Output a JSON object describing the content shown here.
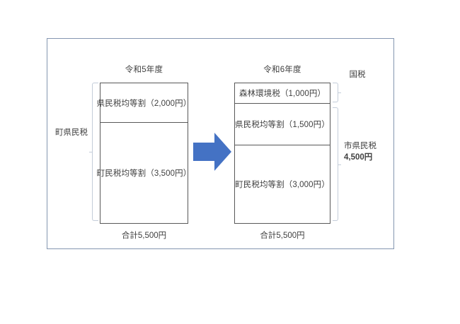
{
  "diagram": {
    "title_note": "Japanese resident tax per-capita levy composition change",
    "frame_color": "#8496b0",
    "box_border_color": "#585858",
    "bracket_color": "#c3ccd9",
    "text_color": "#404040",
    "arrow_color": "#4472c4"
  },
  "left_panel": {
    "caption": "令和5年度",
    "total": "合計5,500円",
    "group_label": "町県民税",
    "segments": [
      {
        "label": "県民税均等割（2,000円）",
        "name": "prefectural-per-capita-2000",
        "amount": 2000
      },
      {
        "label": "町民税均等割（3,500円）",
        "name": "municipal-per-capita-3500",
        "amount": 3500
      }
    ]
  },
  "right_panel": {
    "caption": "令和6年度",
    "total": "合計5,500円",
    "segments": [
      {
        "label": "森林環境税（1,000円）",
        "name": "forest-environment-tax-1000",
        "amount": 1000
      },
      {
        "label": "県民税均等割（1,500円）",
        "name": "prefectural-per-capita-1500",
        "amount": 1500
      },
      {
        "label": "町民税均等割（3,000円）",
        "name": "municipal-per-capita-3000",
        "amount": 3000
      }
    ],
    "national_tax_label": "国税",
    "local_tax_label": "市県民税",
    "local_tax_amount": "4,500円"
  },
  "arrow": {
    "icon": "arrow-right-icon",
    "direction": "right"
  }
}
